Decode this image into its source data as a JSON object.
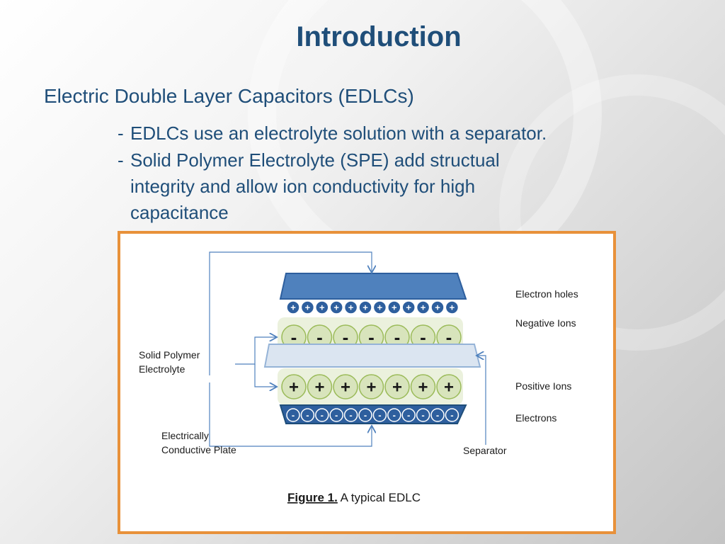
{
  "slide": {
    "title": "Introduction",
    "subtitle": "Electric Double Layer Capacitors (EDLCs)",
    "bullets": [
      {
        "dash": "-",
        "text": "EDLCs use an electrolyte solution with a separator."
      },
      {
        "dash": "-",
        "text": "Solid Polymer Electrolyte (SPE) add structual",
        "continuation": [
          "integrity and allow ion conductivity for high",
          "capacitance"
        ]
      }
    ]
  },
  "diagram": {
    "labels": {
      "electron_holes": "Electron holes",
      "negative_ions": "Negative  Ions",
      "positive_ions": "Positive Ions",
      "electrons": "Electrons",
      "spe_line1": "Solid Polymer",
      "spe_line2": "Electrolyte",
      "plate_line1": "Electrically",
      "plate_line2": "Conductive Plate",
      "separator": "Separator"
    },
    "symbols": {
      "plus": "+",
      "minus": "-"
    },
    "caption": {
      "bold": "Figure 1.",
      "text": " A typical EDLC"
    },
    "colors": {
      "frame": "#e8913a",
      "plate_top": "#4f81bd",
      "plate_bottom": "#2e5f9e",
      "ion_fill": "#d8e4bc",
      "separator": "#dbe5f1",
      "arrow": "#4f81bd"
    }
  }
}
